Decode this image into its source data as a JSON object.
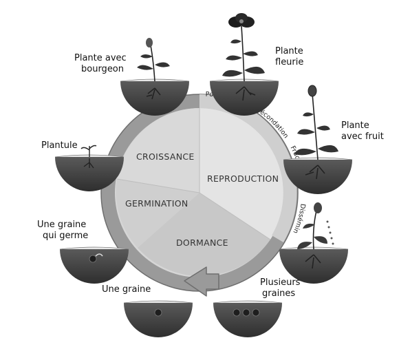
{
  "phases": {
    "croissance": "CROISSANCE",
    "reproduction": "REPRODUCTION",
    "germination": "GERMINATION",
    "dormance": "DORMANCE"
  },
  "arc_labels": {
    "pollinisation": "Pollinisation",
    "fecondation": "Fécondation",
    "fructification": "Fructification",
    "dissemination": "Dissémination"
  },
  "stages": {
    "bourgeon_line1": "Plante avec",
    "bourgeon_line2": "bourgeon",
    "fleurie_line1": "Plante",
    "fleurie_line2": "fleurie",
    "fruit_line1": "Plante",
    "fruit_line2": "avec fruit",
    "plantule": "Plantule",
    "germe_line1": "Une graine",
    "germe_line2": "qui germe",
    "graine": "Une graine",
    "plusieurs_line1": "Plusieurs",
    "plusieurs_line2": "graines"
  },
  "colors": {
    "ring": "#9a9a9a",
    "sector_light": "#e2e2e2",
    "sector_mid": "#cfcfcf",
    "soil": "#4a4a4a"
  }
}
